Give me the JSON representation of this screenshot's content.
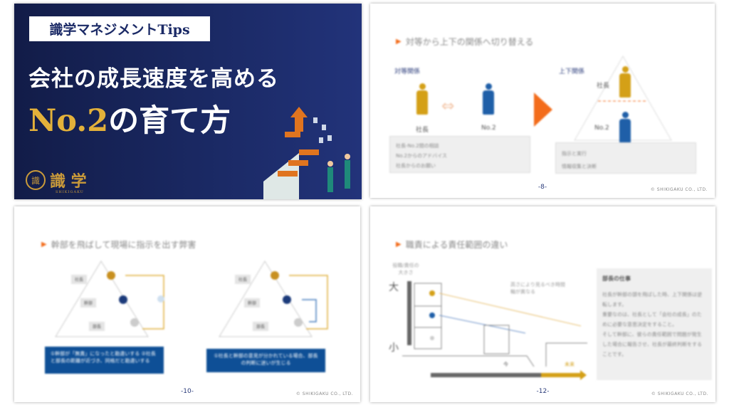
{
  "cover": {
    "tag": "識学マネジメントTips",
    "line1": "会社の成長速度を高める",
    "line2_accent": "No.2",
    "line2_rest": "の育て方",
    "logo_seal": "識",
    "logo_name": "識 学",
    "logo_sub": "SHIKIGAKU"
  },
  "slide8": {
    "title": "対等から上下の関係へ切り替える",
    "left_heading": "対等関係",
    "right_heading": "上下関係",
    "president": "社長",
    "no2": "No.2",
    "left_bullets": [
      "社長-No.2間の相談",
      "No.2からのアドバイス",
      "社長からのお願い"
    ],
    "right_bullets": [
      "指示と実行",
      "情報収集と決断"
    ],
    "page": "-8-",
    "copyright": "© SHIKIGAKU CO., LTD."
  },
  "slide10": {
    "title": "幹部を飛ばして現場に指示を出す弊害",
    "labels": [
      "社長",
      "幹部",
      "部長"
    ],
    "box_left": "①幹部が「無責」になったと勘違いする ②社長と部長の距離が近づき、同格だと勘違いする",
    "box_right": "①社長と幹部の意見が分かれている場合、部長の判断に迷いが生じる",
    "page": "-10-",
    "copyright": "© SHIKIGAKU CO., LTD."
  },
  "slide12": {
    "title": "職責による責任範囲の違い",
    "axis_label": "役職/責任の大きさ",
    "big": "大",
    "small": "小",
    "annotation": "高さにより見るべき時間軸が異なる",
    "now": "今",
    "future": "未来",
    "note_title": "部長の仕事",
    "note_paragraphs": [
      "社長が幹部の頭を飛ばした時、上下関係は逆転します。",
      "重要なのは、社長として「会社の成長」のために必要な意思決定をすること。",
      "そして幹部に、彼らの責任範囲で問題が発生した場合に報告させ、社長が最終判断をすることです。"
    ],
    "page": "-12-",
    "copyright": "© SHIKIGAKU CO., LTD."
  },
  "colors": {
    "navy": "#1b2a66",
    "gold": "#d4a017",
    "blue": "#1f5fa8",
    "orange": "#f36c1b"
  }
}
